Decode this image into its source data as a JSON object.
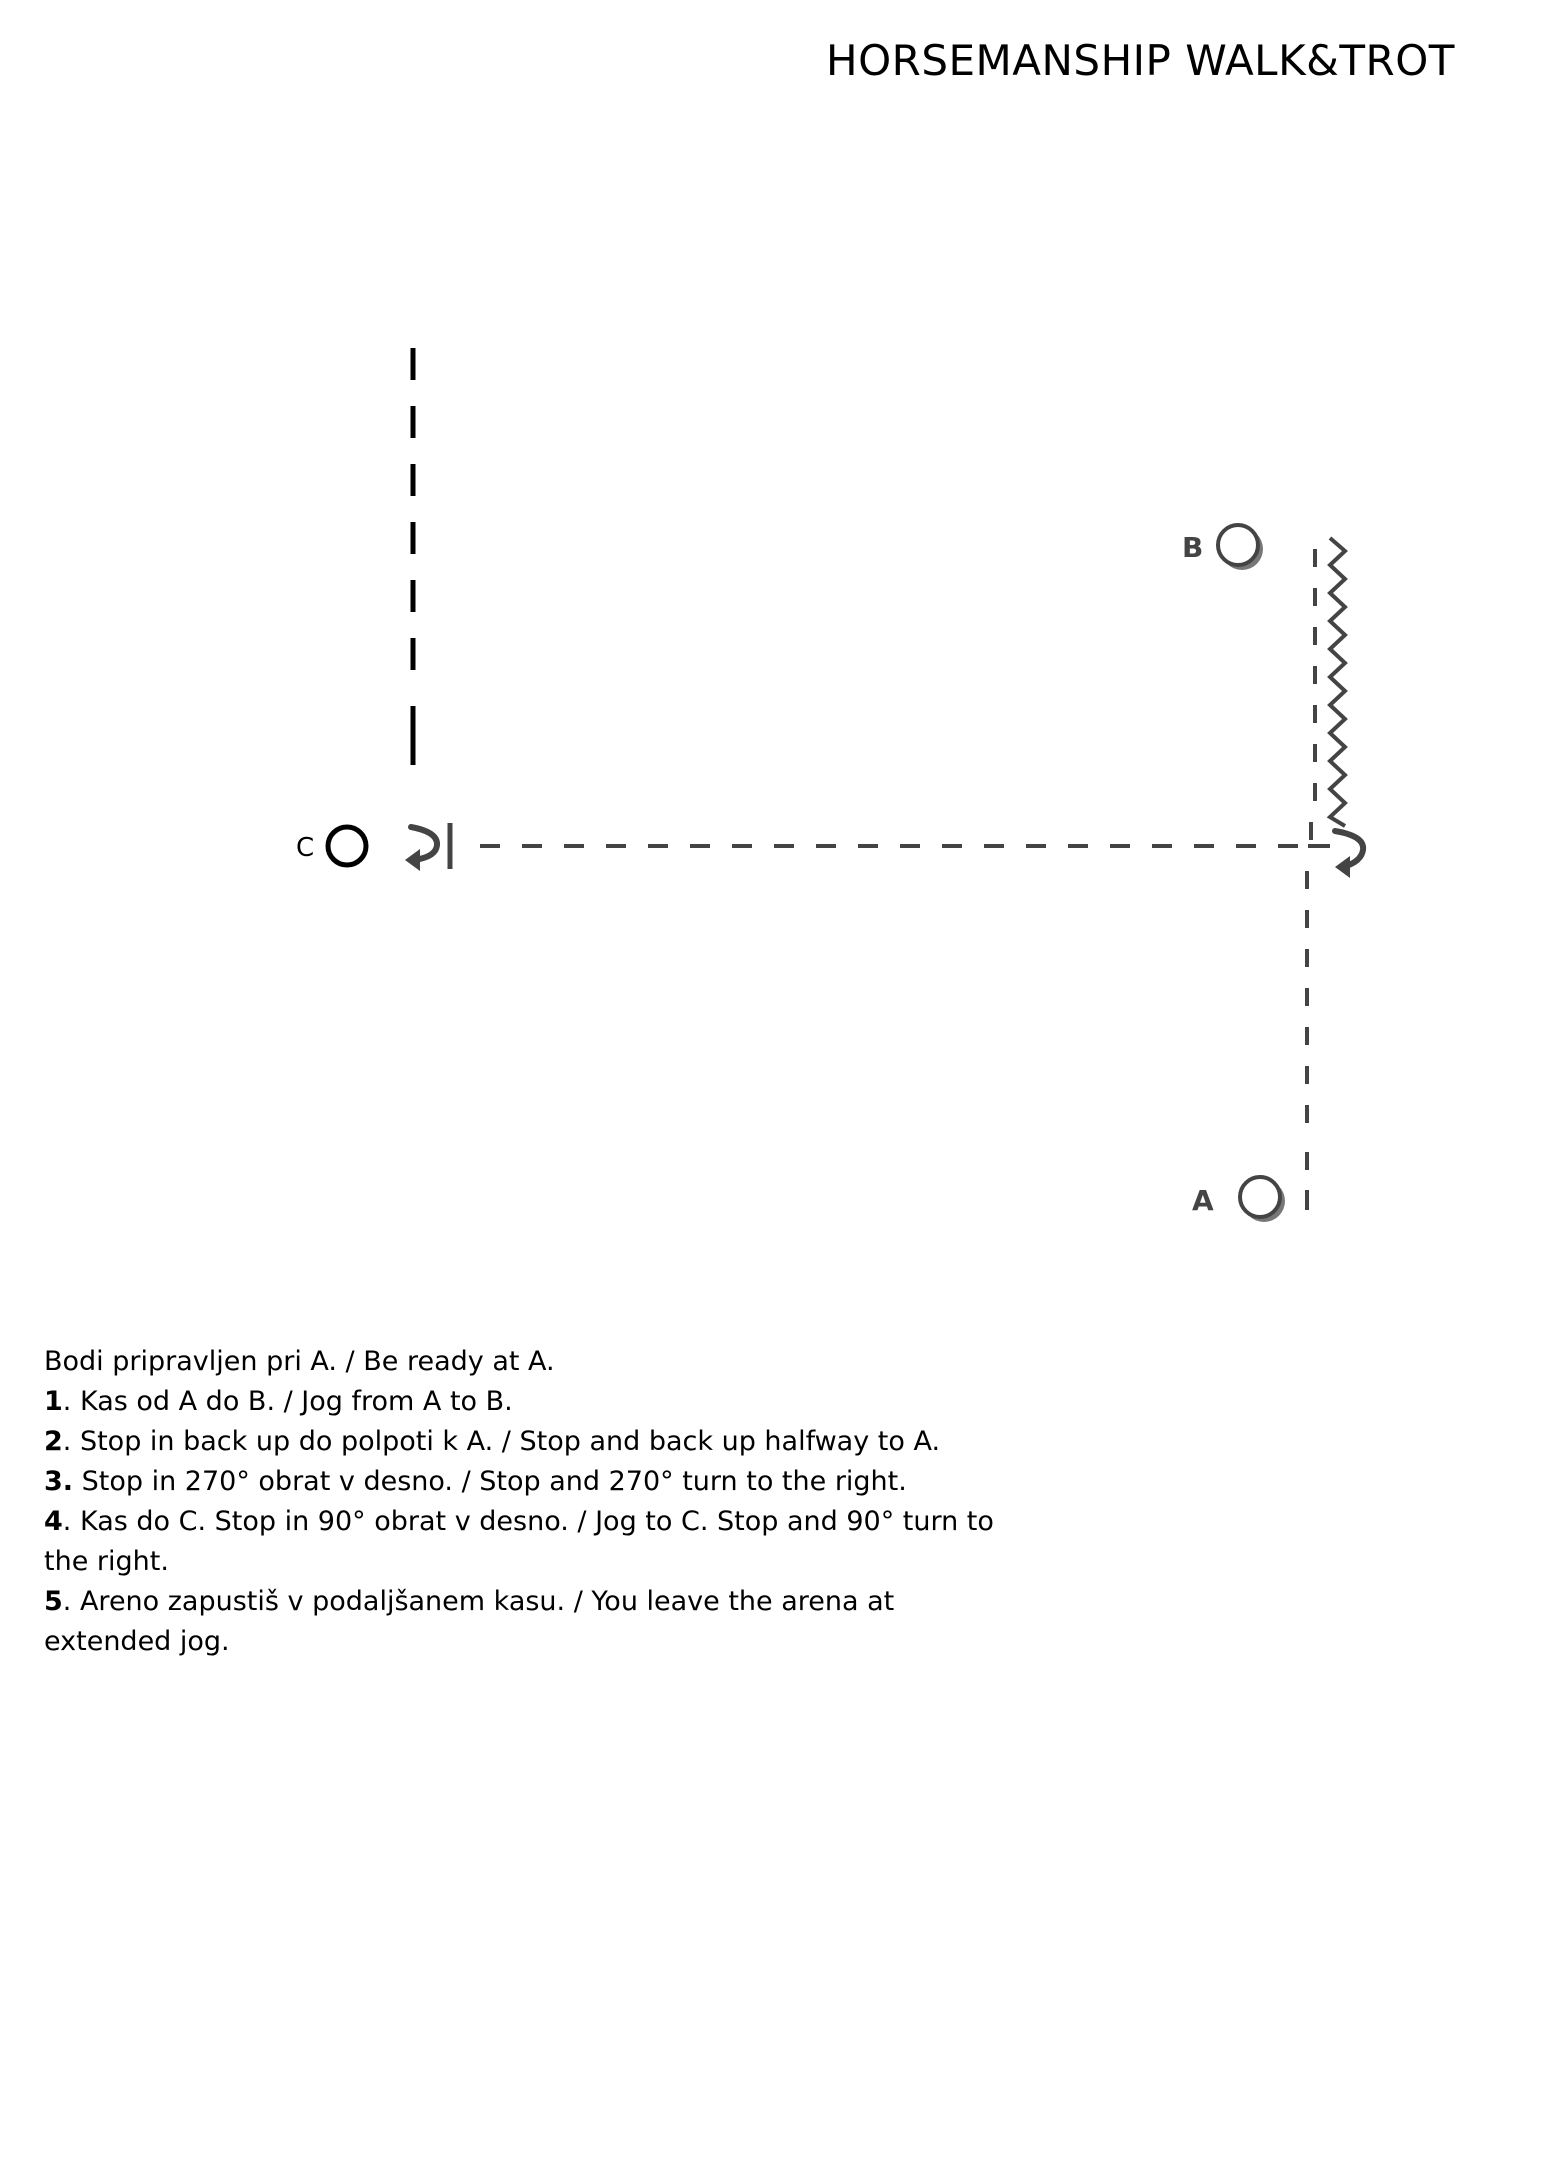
{
  "title": "HORSEMANSHIP WALK&TROT",
  "markers": {
    "a": "A",
    "b": "B",
    "c": "C"
  },
  "instructions": {
    "intro": "Bodi pripravljen pri A. / Be ready at A.",
    "steps": [
      {
        "num": "1",
        "text": ". Kas od A do B. / Jog from A to B."
      },
      {
        "num": "2",
        "text": ". Stop in back up do polpoti k A. / Stop and back up halfway to A."
      },
      {
        "num": "3.",
        "text": " Stop in 270° obrat v desno. / Stop and 270° turn to the right."
      },
      {
        "num": "4",
        "text": ". Kas do C. Stop in 90° obrat v desno. / Jog to C. Stop and 90° turn to the right."
      },
      {
        "num": "5",
        "text": ". Areno zapustiš v podaljšanem kasu. / You leave the arena at extended jog."
      }
    ]
  },
  "colors": {
    "ink": "#000000",
    "gray_ink": "#444444",
    "background": "#ffffff"
  }
}
